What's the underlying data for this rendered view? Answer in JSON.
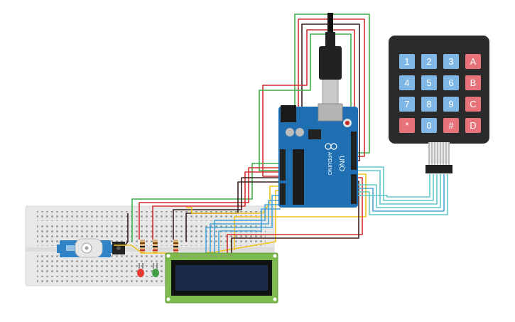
{
  "keypad": {
    "rows": [
      [
        "1",
        "2",
        "3",
        "A"
      ],
      [
        "4",
        "5",
        "6",
        "B"
      ],
      [
        "7",
        "8",
        "9",
        "C"
      ],
      [
        "*",
        "0",
        "#",
        "D"
      ]
    ],
    "colors": {
      "numeric": "#7fb8e6",
      "letter": "#e8727a",
      "special": "#e8727a",
      "body": "#2b2b2b"
    }
  },
  "arduino": {
    "model": "UNO",
    "brand": "ARDUINO",
    "board_color": "#1f6fb2"
  },
  "lcd": {
    "pcb_color": "#7dbb4f",
    "screen_color": "#1c2a4a"
  },
  "wire_colors": {
    "red": "#d32f2f",
    "dark": "#3b1f1f",
    "green": "#3fae49",
    "yellow": "#f2c31c",
    "blue": "#4aa6d6",
    "cyan": "#62c7c8"
  },
  "leds": {
    "red": "#e53935",
    "green": "#43a047"
  }
}
